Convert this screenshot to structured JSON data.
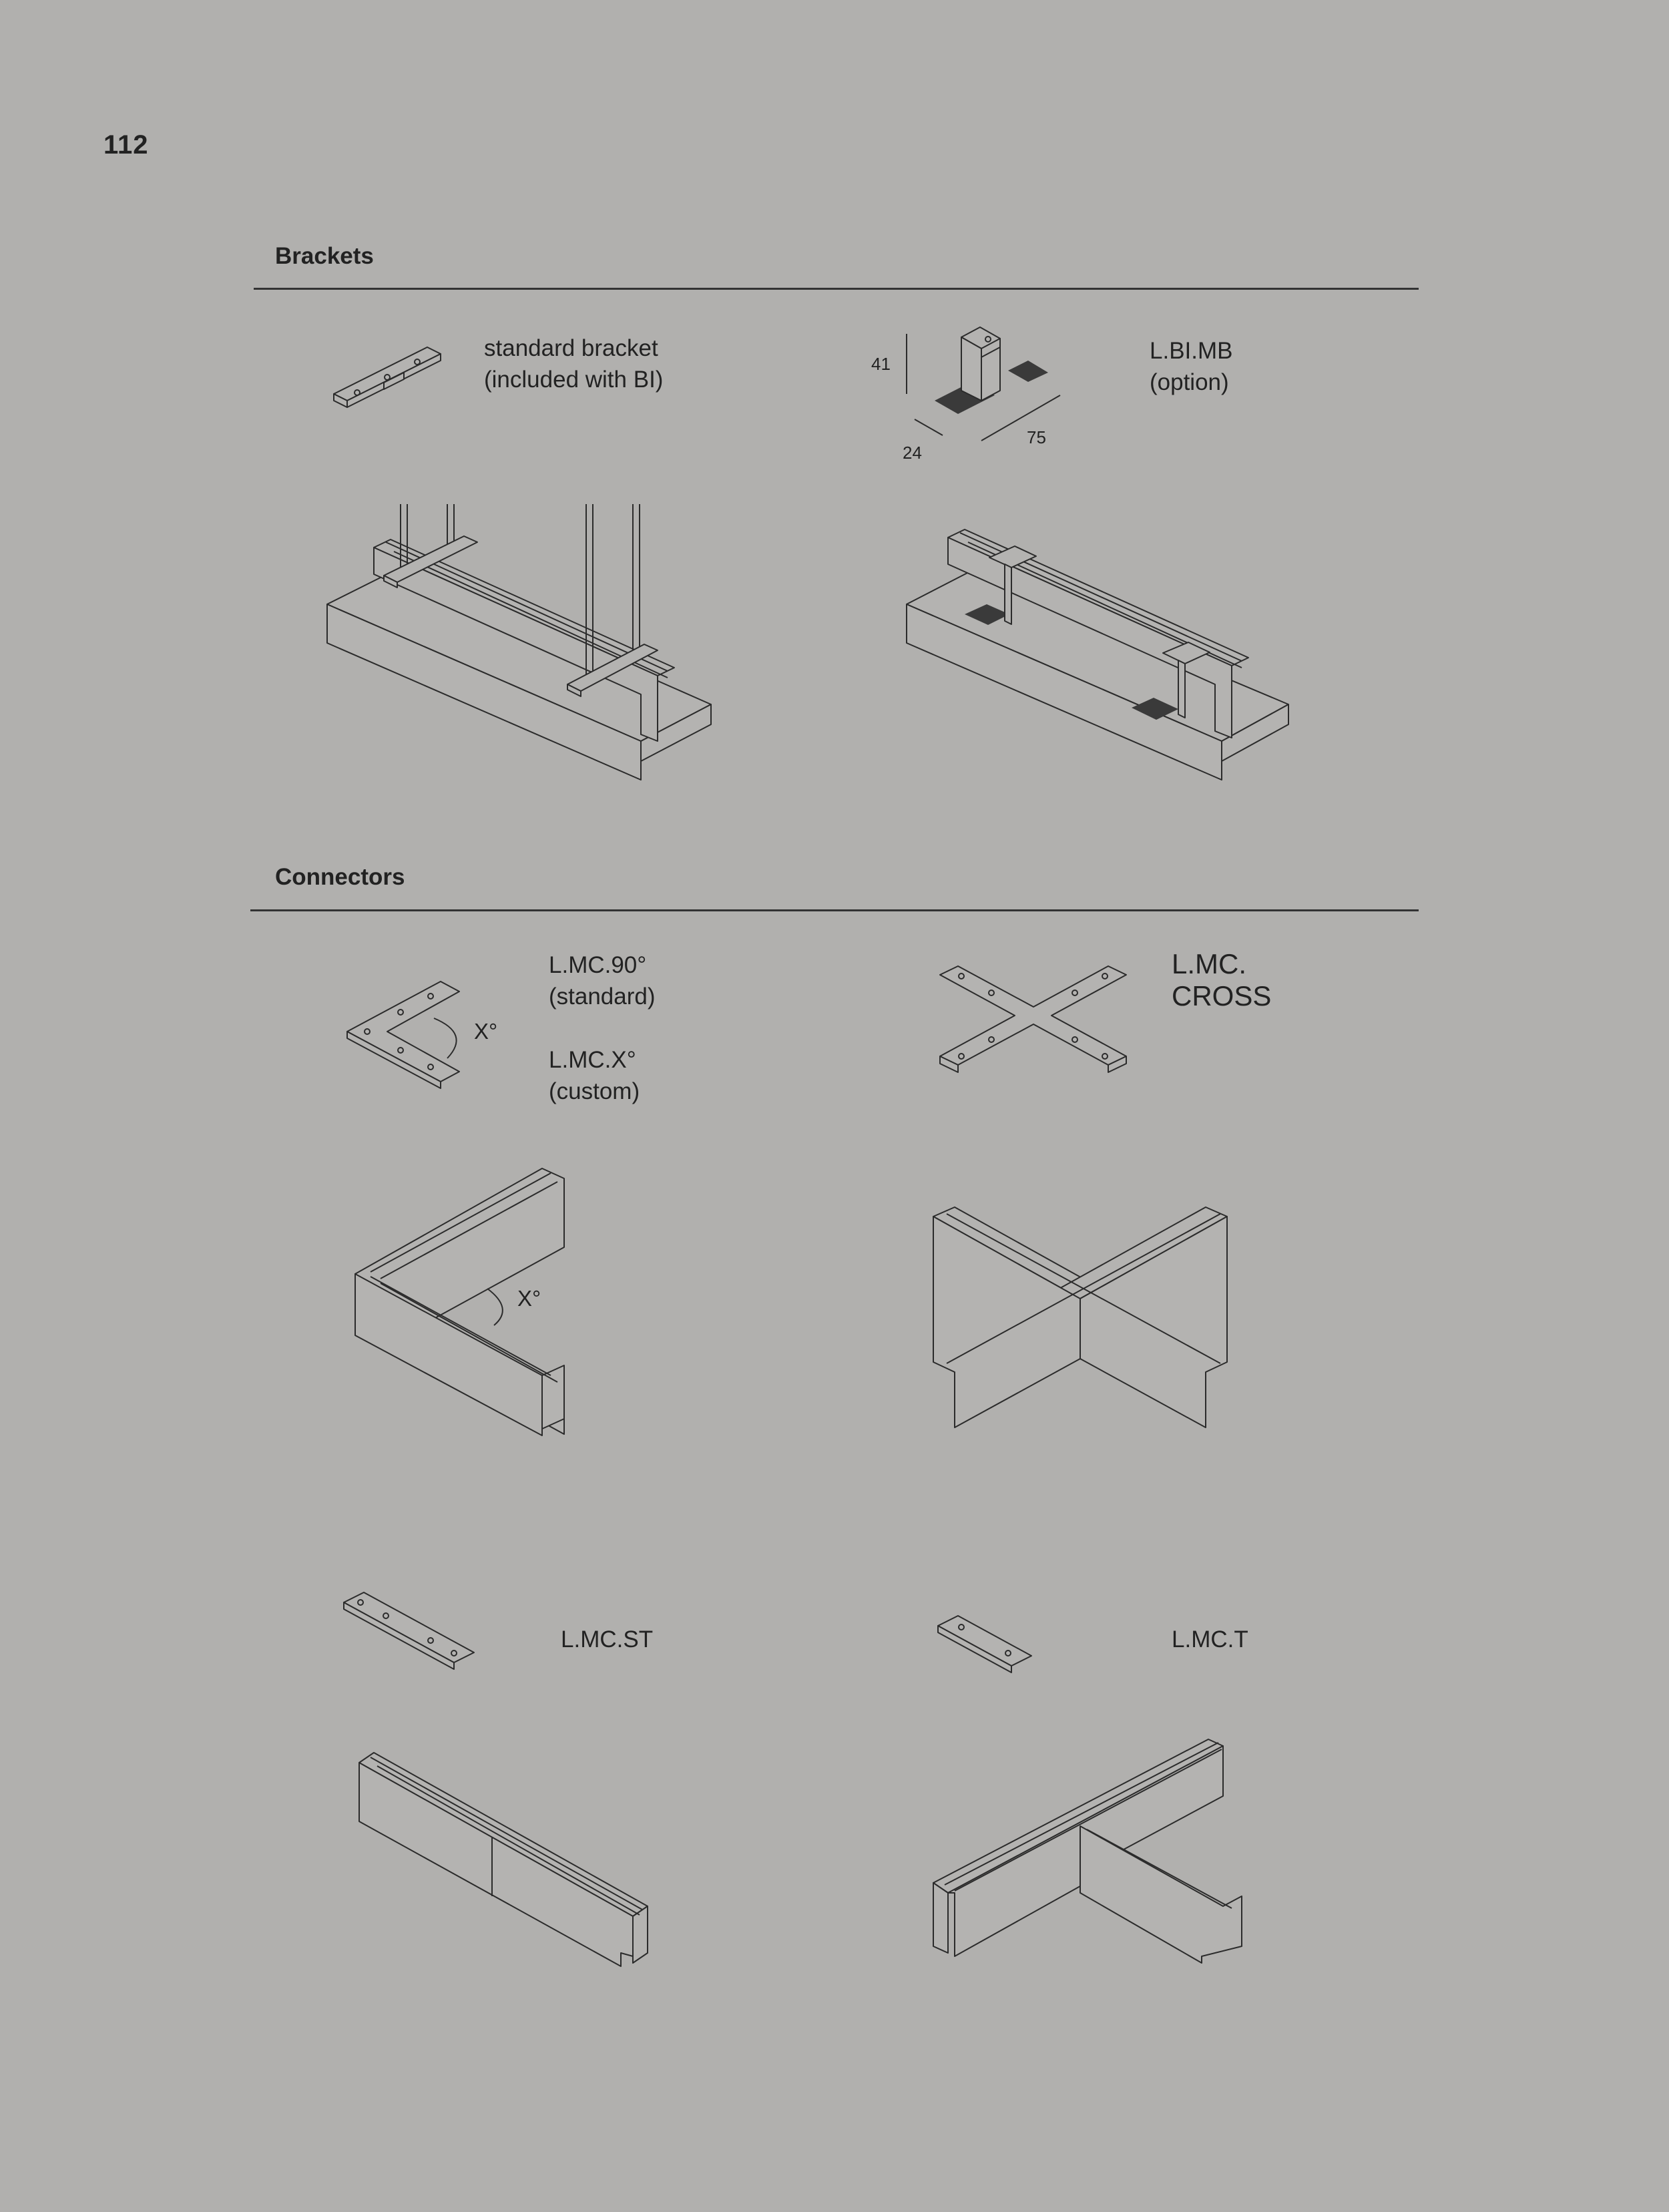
{
  "page_number": "112",
  "sections": {
    "brackets": {
      "title": "Brackets",
      "standard_bracket": {
        "line1": "standard bracket",
        "line2": "(included with BI)"
      },
      "mounting_bracket": {
        "line1": "L.BI.MB",
        "line2": "(option)"
      },
      "dimensions": {
        "height": "41",
        "depth": "24",
        "width": "75"
      }
    },
    "connectors": {
      "title": "Connectors",
      "corner": {
        "line1": "L.MC.90°",
        "line2": "(standard)",
        "line3": "L.MC.X°",
        "line4": "(custom)",
        "angle_label": "X°"
      },
      "cross": {
        "line1": "L.MC.",
        "line2": "CROSS"
      },
      "straight": {
        "label": "L.MC.ST"
      },
      "tee": {
        "label": "L.MC.T"
      }
    }
  }
}
